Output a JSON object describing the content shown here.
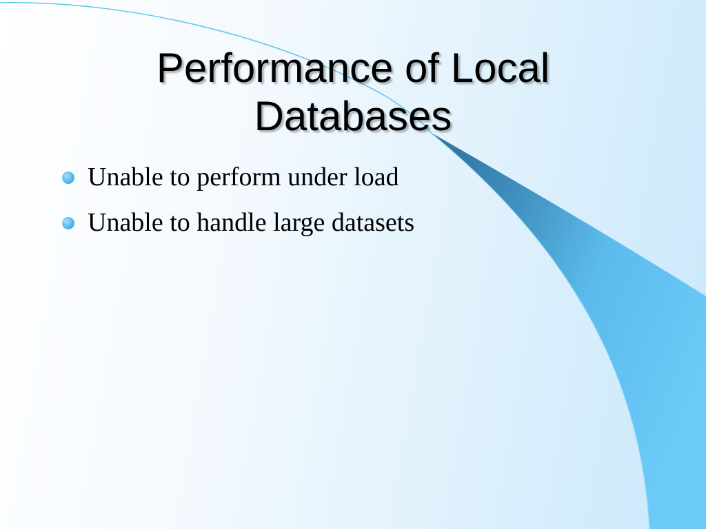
{
  "slide": {
    "title_line1": "Performance of Local",
    "title_line2": "Databases",
    "bullets": [
      "Unable to perform under load",
      "Unable to handle large datasets"
    ]
  },
  "colors": {
    "accent_swoosh_dark": "#3a7fa8",
    "accent_swoosh_light": "#66c7f7",
    "bullet_dot": "#4fb6ee",
    "background_light": "#ffffff",
    "background_blue": "#c9e8fb"
  }
}
